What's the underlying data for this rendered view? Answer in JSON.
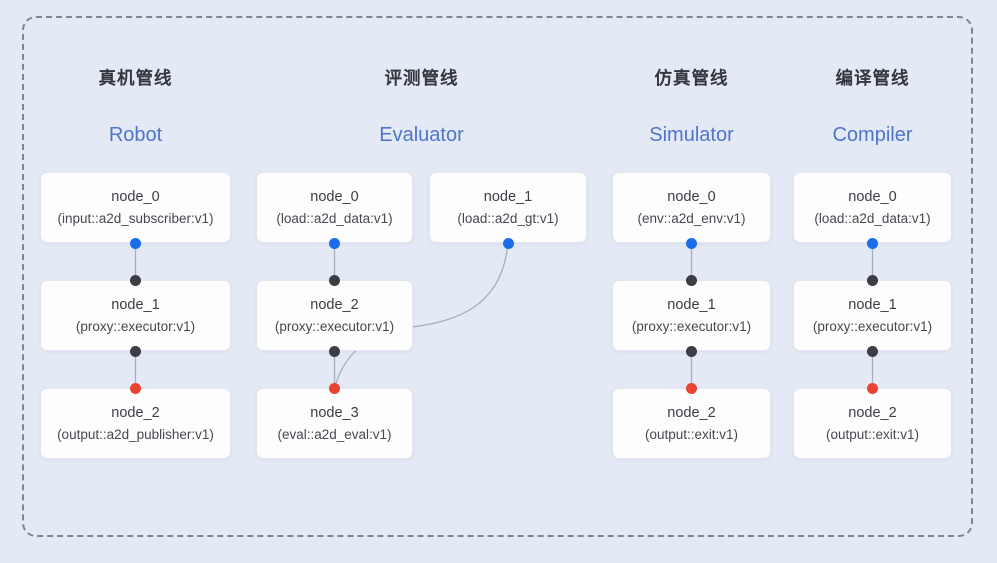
{
  "diagram": {
    "background_color": "#e4e9f6",
    "frame_border_color": "#81858d",
    "edge_color": "#a6aebb",
    "port_colors": {
      "source_port": "#1b6de8",
      "input_port": "#3b3e42",
      "sink_port": "#e94432"
    },
    "title_color_zh": "#33363c",
    "title_color_en": "#5074c9"
  },
  "pipelines": [
    {
      "title_zh": "真机管线",
      "title_en": "Robot",
      "nodes": [
        {
          "name": "node_0",
          "type": "(input::a2d_subscriber:v1)"
        },
        {
          "name": "node_1",
          "type": "(proxy::executor:v1)"
        },
        {
          "name": "node_2",
          "type": "(output::a2d_publisher:v1)"
        }
      ]
    },
    {
      "title_zh": "评测管线",
      "title_en": "Evaluator",
      "nodes": [
        {
          "name": "node_0",
          "type": "(load::a2d_data:v1)"
        },
        {
          "name": "node_1",
          "type": "(load::a2d_gt:v1)"
        },
        {
          "name": "node_2",
          "type": "(proxy::executor:v1)"
        },
        {
          "name": "node_3",
          "type": "(eval::a2d_eval:v1)"
        }
      ]
    },
    {
      "title_zh": "仿真管线",
      "title_en": "Simulator",
      "nodes": [
        {
          "name": "node_0",
          "type": "(env::a2d_env:v1)"
        },
        {
          "name": "node_1",
          "type": "(proxy::executor:v1)"
        },
        {
          "name": "node_2",
          "type": "(output::exit:v1)"
        }
      ]
    },
    {
      "title_zh": "编译管线",
      "title_en": "Compiler",
      "nodes": [
        {
          "name": "node_0",
          "type": "(load::a2d_data:v1)"
        },
        {
          "name": "node_1",
          "type": "(proxy::executor:v1)"
        },
        {
          "name": "node_2",
          "type": "(output::exit:v1)"
        }
      ]
    }
  ]
}
